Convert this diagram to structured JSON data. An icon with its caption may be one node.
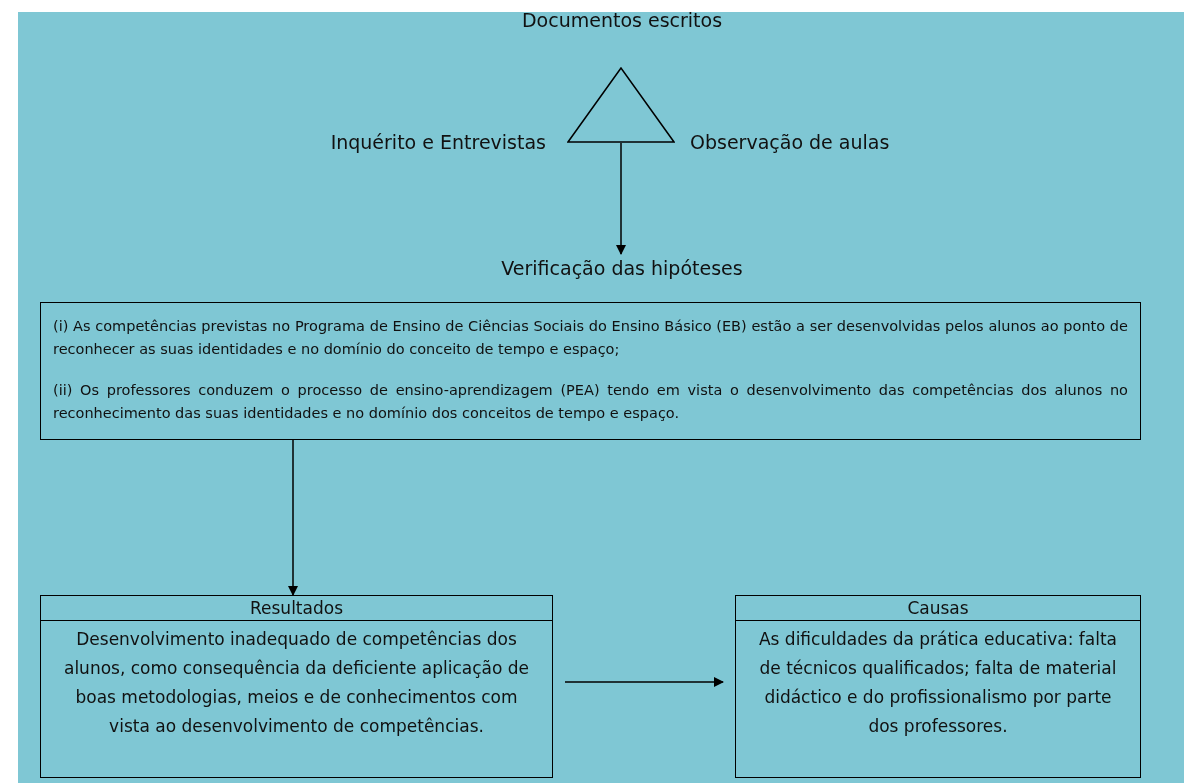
{
  "diagram": {
    "nodes": [
      {
        "text": [],
        "shape": "triangle",
        "beside": [
          "Documentos escritos",
          "Inquérito e Entrevistas",
          "Observação de aulas"
        ]
      },
      {
        "text": [
          "Verificação das hipóteses"
        ]
      },
      {
        "text": [
          "(i) As competências previstas no Programa de Ensino de Ciências Sociais do Ensino Básico (EB) estão a ser desenvolvidas pelos alunos ao ponto de reconhecer as suas identidades e no domínio do conceito de tempo e espaço;",
          "(ii) Os professores conduzem o processo de ensino-aprendizagem (PEA) tendo em vista o desenvolvimento das competências dos alunos no reconhecimento das suas identidades e no domínio dos conceitos de tempo e espaço."
        ]
      },
      {
        "text": [
          "Resultados",
          "Desenvolvimento inadequado de competências dos alunos, como consequência da deficiente aplicação de boas metodologias, meios e de conhecimentos com vista ao desenvolvimento de competências."
        ]
      },
      {
        "text": [
          "Causas",
          "As dificuldades da prática educativa: falta de técnicos qualificados; falta de material didáctico e do profissionalismo por parte dos professores."
        ]
      }
    ],
    "edges": [
      {
        "from": 0,
        "to": 1,
        "arrow": "to"
      },
      {
        "from": 2,
        "to": 3,
        "arrow": "to"
      },
      {
        "from": 3,
        "to": 4,
        "arrow": "to"
      }
    ]
  }
}
